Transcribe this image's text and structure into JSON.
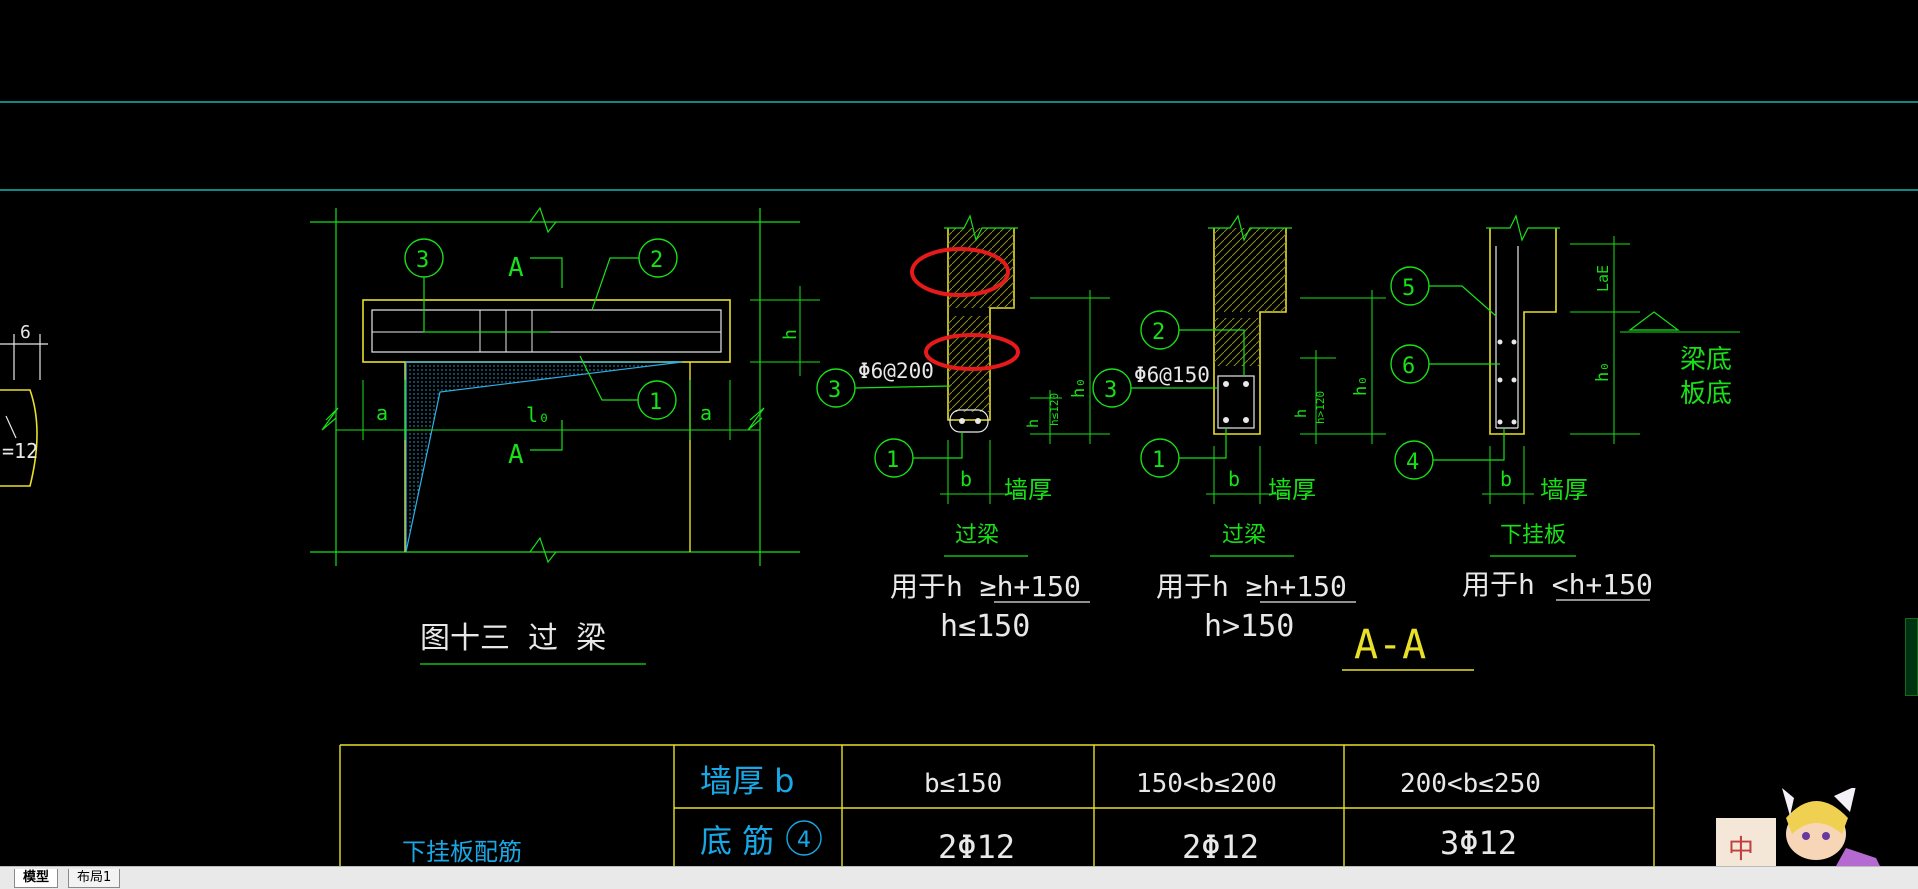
{
  "tabs": [
    {
      "label": "模型",
      "active": true
    },
    {
      "label": "布局1",
      "active": false
    }
  ],
  "left_fragment": {
    "top_label": "6",
    "bottom_label": "=12"
  },
  "fig13": {
    "title": "图十三   过   梁",
    "label_a_top": "A",
    "label_a_bottom": "A",
    "callout_3": "3",
    "callout_2": "2",
    "callout_1": "1",
    "dim_h": "h",
    "dim_a_left": "a",
    "dim_a_right": "a",
    "dim_lo": "l₀"
  },
  "sections": [
    {
      "name": "过梁",
      "usage_line": "用于h ≥h+150",
      "condition": "h≤150",
      "rebar_note": "Φ6@200",
      "callouts": [
        "3",
        "1"
      ],
      "dim_b": "b",
      "wall_thickness": "墙厚",
      "dim_h": "h",
      "dim_ho": "h₀",
      "dim_side": "h≤120"
    },
    {
      "name": "过梁",
      "usage_line": "用于h ≥h+150",
      "condition": "h>150",
      "rebar_note": "Φ6@150",
      "callouts": [
        "2",
        "3",
        "1"
      ],
      "dim_b": "b",
      "wall_thickness": "墙厚",
      "dim_h": "h",
      "dim_ho": "h₀",
      "dim_side": "h>120"
    },
    {
      "name": "下挂板",
      "usage_line": "用于h <h+150",
      "condition": "",
      "callouts": [
        "5",
        "6",
        "4"
      ],
      "dim_b": "b",
      "wall_thickness": "墙厚",
      "dim_ho": "h₀",
      "dim_lae": "LaE",
      "note_beam_bottom": "梁底",
      "note_slab_bottom": "板底"
    }
  ],
  "section_label": "A-A",
  "table": {
    "row_group_label": "下挂板配筋",
    "header_label": "墙厚 b",
    "row2_label": "底 筋",
    "row2_callout": "4",
    "columns": [
      "b≤150",
      "150<b≤200",
      "200<b≤250"
    ],
    "bottom_bars": [
      "2Φ12",
      "2Φ12",
      "3Φ12"
    ]
  },
  "mascot_text": "中",
  "colors": {
    "background": "#000000",
    "cyan_line": "#19b3b3",
    "green": "#18e018",
    "yellow": "#e8e028",
    "blue_text": "#19a8e6",
    "red_markup": "#e61a1a",
    "hatch": "#2fb0e6"
  }
}
